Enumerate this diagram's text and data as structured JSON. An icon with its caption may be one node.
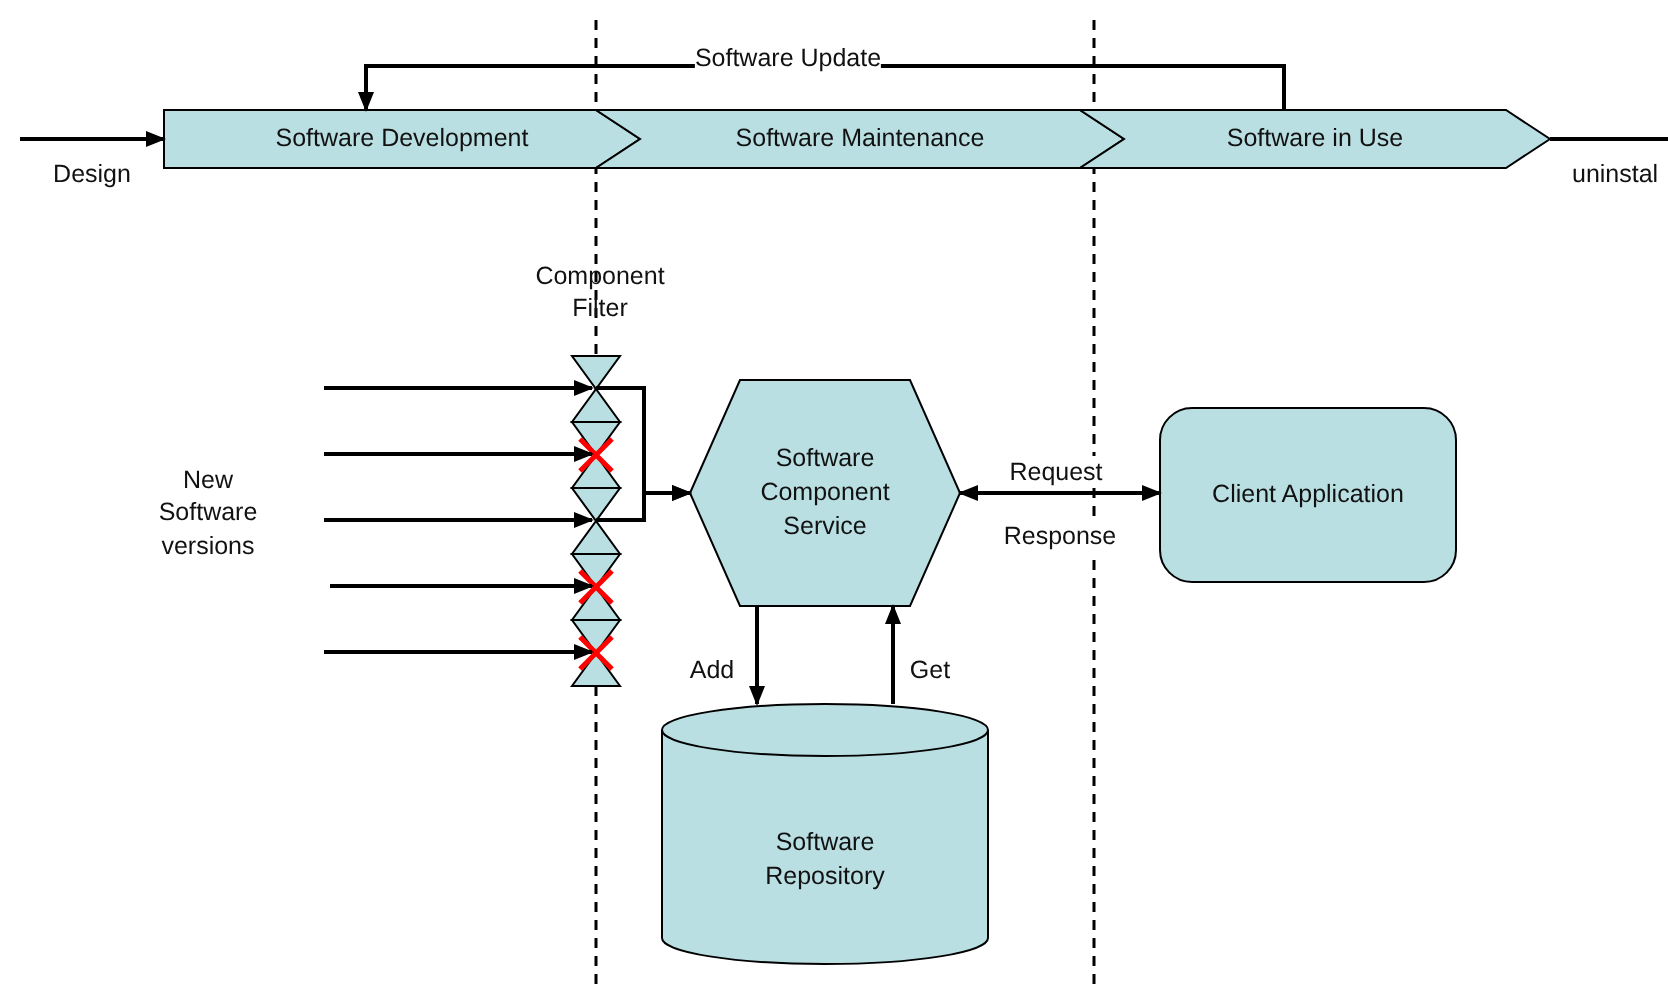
{
  "diagram": {
    "nodes": [
      {
        "text": [
          "Software Development"
        ]
      },
      {
        "text": [
          "Software Maintenance"
        ]
      },
      {
        "text": [
          "Software in Use"
        ]
      },
      {
        "text": [],
        "shape": "valve"
      },
      {
        "text": [],
        "shape": "valve"
      },
      {
        "text": [],
        "shape": "valve"
      },
      {
        "text": [],
        "shape": "valve"
      },
      {
        "text": [],
        "shape": "valve"
      },
      {
        "text": [
          "Software Component Service"
        ]
      },
      {
        "text": [
          "Client Application"
        ]
      },
      {
        "text": [
          "Software Repository"
        ]
      }
    ],
    "edges": [
      {
        "from": null,
        "to": 0,
        "arrow": "to"
      },
      {
        "from": 2,
        "to": null,
        "arrow": "none"
      },
      {
        "from": 2,
        "to": 0,
        "arrow": "to",
        "label": "Software Update"
      },
      {
        "from": null,
        "to": 3,
        "arrow": "to"
      },
      {
        "from": null,
        "to": 4,
        "arrow": "to"
      },
      {
        "from": null,
        "to": 5,
        "arrow": "to"
      },
      {
        "from": null,
        "to": 6,
        "arrow": "to"
      },
      {
        "from": null,
        "to": 7,
        "arrow": "to"
      },
      {
        "from": 3,
        "to": 8,
        "arrow": "to"
      },
      {
        "from": 5,
        "to": 8,
        "arrow": "to"
      },
      {
        "from": 8,
        "to": 9,
        "arrow": "both",
        "label": "Request"
      },
      {
        "from": 8,
        "to": 10,
        "arrow": "to",
        "label": "Add"
      },
      {
        "from": 10,
        "to": 8,
        "arrow": "to",
        "label": "Get"
      }
    ],
    "labels": [
      "Design",
      "uninstal",
      "Component Filter",
      "New Software versions",
      "Response"
    ]
  }
}
